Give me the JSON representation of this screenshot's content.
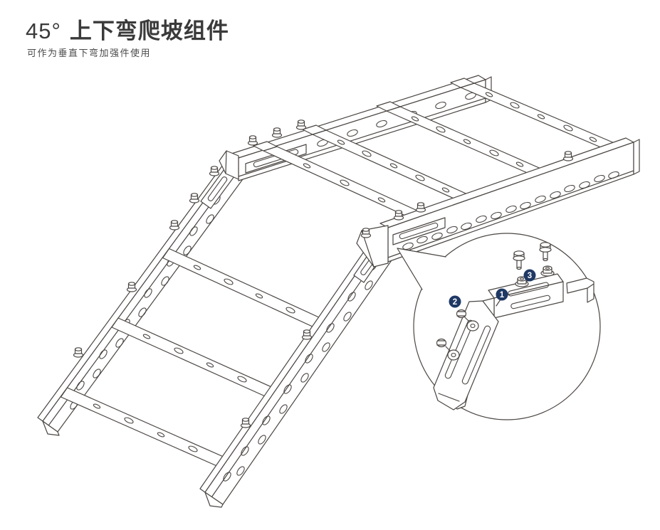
{
  "header": {
    "title_prefix": "45°",
    "title": "上下弯爬坡组件",
    "subtitle": "可作为垂直下弯加强件使用"
  },
  "diagram": {
    "subject": "45° up-down bend climbing cable-ladder assembly, isometric line drawing with magnified detail circle",
    "callouts": [
      {
        "number": "1",
        "part": "slotted bend connector plate"
      },
      {
        "number": "2",
        "part": "hex flange bolt with washer"
      },
      {
        "number": "3",
        "part": "hex flange bolt with flange nut"
      }
    ],
    "colors": {
      "line": "#4b4643",
      "callout_badge": "#1f3864",
      "callout_text": "#ffffff",
      "background": "#ffffff"
    }
  }
}
